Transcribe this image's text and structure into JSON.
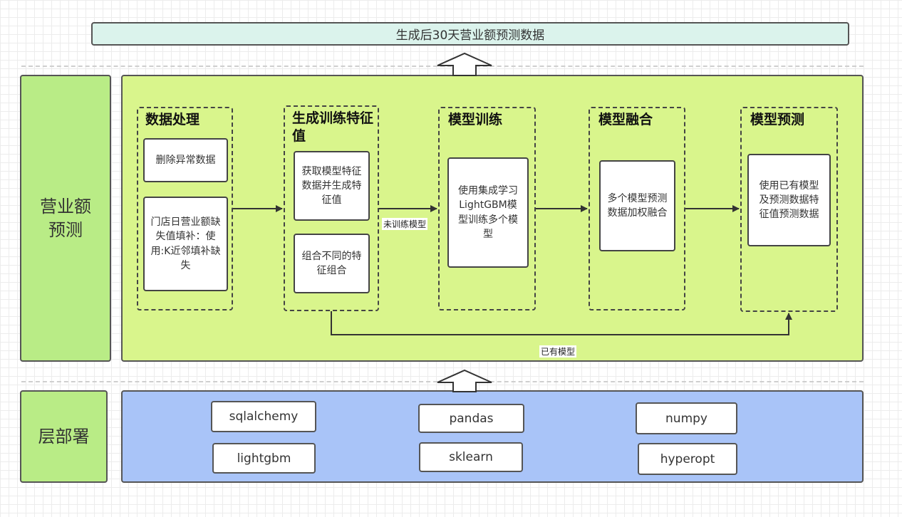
{
  "top_output": "生成后30天营业额预测数据",
  "side_labels": {
    "forecast": "营业额\n预测",
    "deploy": "层部署"
  },
  "stages": {
    "data_processing": {
      "title": "数据处理",
      "cards": [
        "删除异常数据",
        "门店日营业额缺失值填补：使用:K近邻填补缺失"
      ]
    },
    "feature_generation": {
      "title": "生成训练特征值",
      "cards": [
        "获取模型特征数据并生成特征值",
        "组合不同的特征组合"
      ]
    },
    "model_training": {
      "title": "模型训练",
      "cards": [
        "使用集成学习LightGBM模型训练多个模型"
      ]
    },
    "model_fusion": {
      "title": "模型融合",
      "cards": [
        "多个模型预测数据加权融合"
      ]
    },
    "model_prediction": {
      "title": "模型预测",
      "cards": [
        "使用已有模型及预测数据特征值预测数据"
      ]
    }
  },
  "edge_labels": {
    "untrained": "未训练模型",
    "existing": "已有模型"
  },
  "libraries": [
    "sqlalchemy",
    "pandas",
    "numpy",
    "lightgbm",
    "sklearn",
    "hyperopt"
  ],
  "colors": {
    "top_bar": "#dbf3ec",
    "side_panel": "#b9ec86",
    "forecast_panel": "#d9f58c",
    "deploy_panel": "#a9c4f8"
  }
}
